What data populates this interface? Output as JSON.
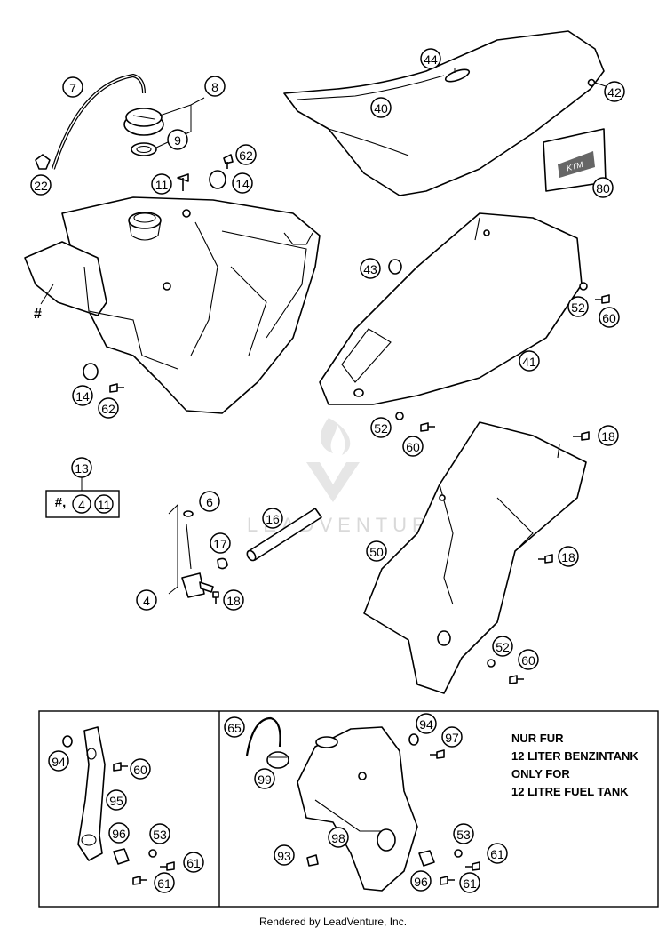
{
  "callouts": {
    "c7": "7",
    "c8": "8",
    "c9": "9",
    "c22": "22",
    "c11": "11",
    "c62a": "62",
    "c14a": "14",
    "c14b": "14",
    "c62b": "62",
    "c44": "44",
    "c40": "40",
    "c42": "42",
    "c80": "80",
    "c43": "43",
    "c41": "41",
    "c52a": "52",
    "c60a": "60",
    "c52b": "52",
    "c60b": "60",
    "c18a": "18",
    "c13": "13",
    "c6": "6",
    "c16": "16",
    "c17": "17",
    "c4": "4",
    "c18b": "18",
    "c50": "50",
    "c18c": "18",
    "c52c": "52",
    "c60c": "60",
    "c94a": "94",
    "c60d": "60",
    "c95": "95",
    "c96a": "96",
    "c53a": "53",
    "c61a": "61",
    "c61b": "61",
    "c65": "65",
    "c99": "99",
    "c94b": "94",
    "c97": "97",
    "c98": "98",
    "c93": "93",
    "c53b": "53",
    "c61c": "61",
    "c96b": "96",
    "c61d": "61"
  },
  "hash_mark": "#",
  "kit_box": {
    "prefix": "#,",
    "item_a": "4",
    "item_b": "11"
  },
  "note_lines": [
    "NUR FUR",
    "12 LITER BENZINTANK",
    "ONLY FOR",
    "12 LITRE FUEL TANK"
  ],
  "decal_text": "KTM",
  "watermark": "LEADVENTURE",
  "footer": "Rendered by LeadVenture, Inc."
}
